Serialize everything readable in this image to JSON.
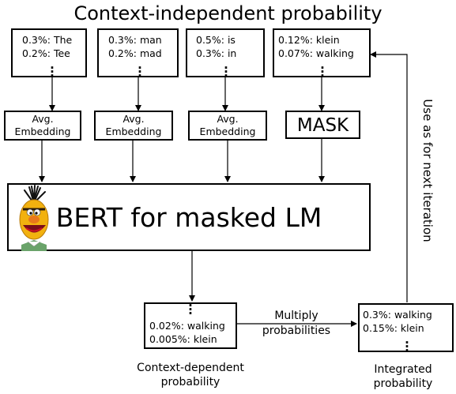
{
  "title": "Context-independent probability",
  "word_boxes": [
    {
      "line1": "0.3%: The",
      "line2": "0.2%: Tee"
    },
    {
      "line1": "0.3%: man",
      "line2": "0.2%: mad"
    },
    {
      "line1": "0.5%: is",
      "line2": "0.3%: in"
    },
    {
      "line1": "0.12%: klein",
      "line2": "0.07%: walking"
    }
  ],
  "embedding_labels": [
    {
      "line1": "Avg.",
      "line2": "Embedding"
    },
    {
      "line1": "Avg.",
      "line2": "Embedding"
    },
    {
      "line1": "Avg.",
      "line2": "Embedding"
    }
  ],
  "mask_label": "MASK",
  "bert_label": "BERT for masked LM",
  "bert_icon": "bert-muppet-icon",
  "context_box": {
    "line1": "0.02%: walking",
    "line2": "0.005%: klein"
  },
  "context_caption": {
    "line1": "Context-dependent",
    "line2": "probability"
  },
  "multiply_label": {
    "line1": "Multiply",
    "line2": "probabilities"
  },
  "integrated_box": {
    "line1": "0.3%: walking",
    "line2": "0.15%: klein"
  },
  "integrated_caption": {
    "line1": "Integrated",
    "line2": "probability"
  },
  "feedback_label": "Use as for next iteration"
}
